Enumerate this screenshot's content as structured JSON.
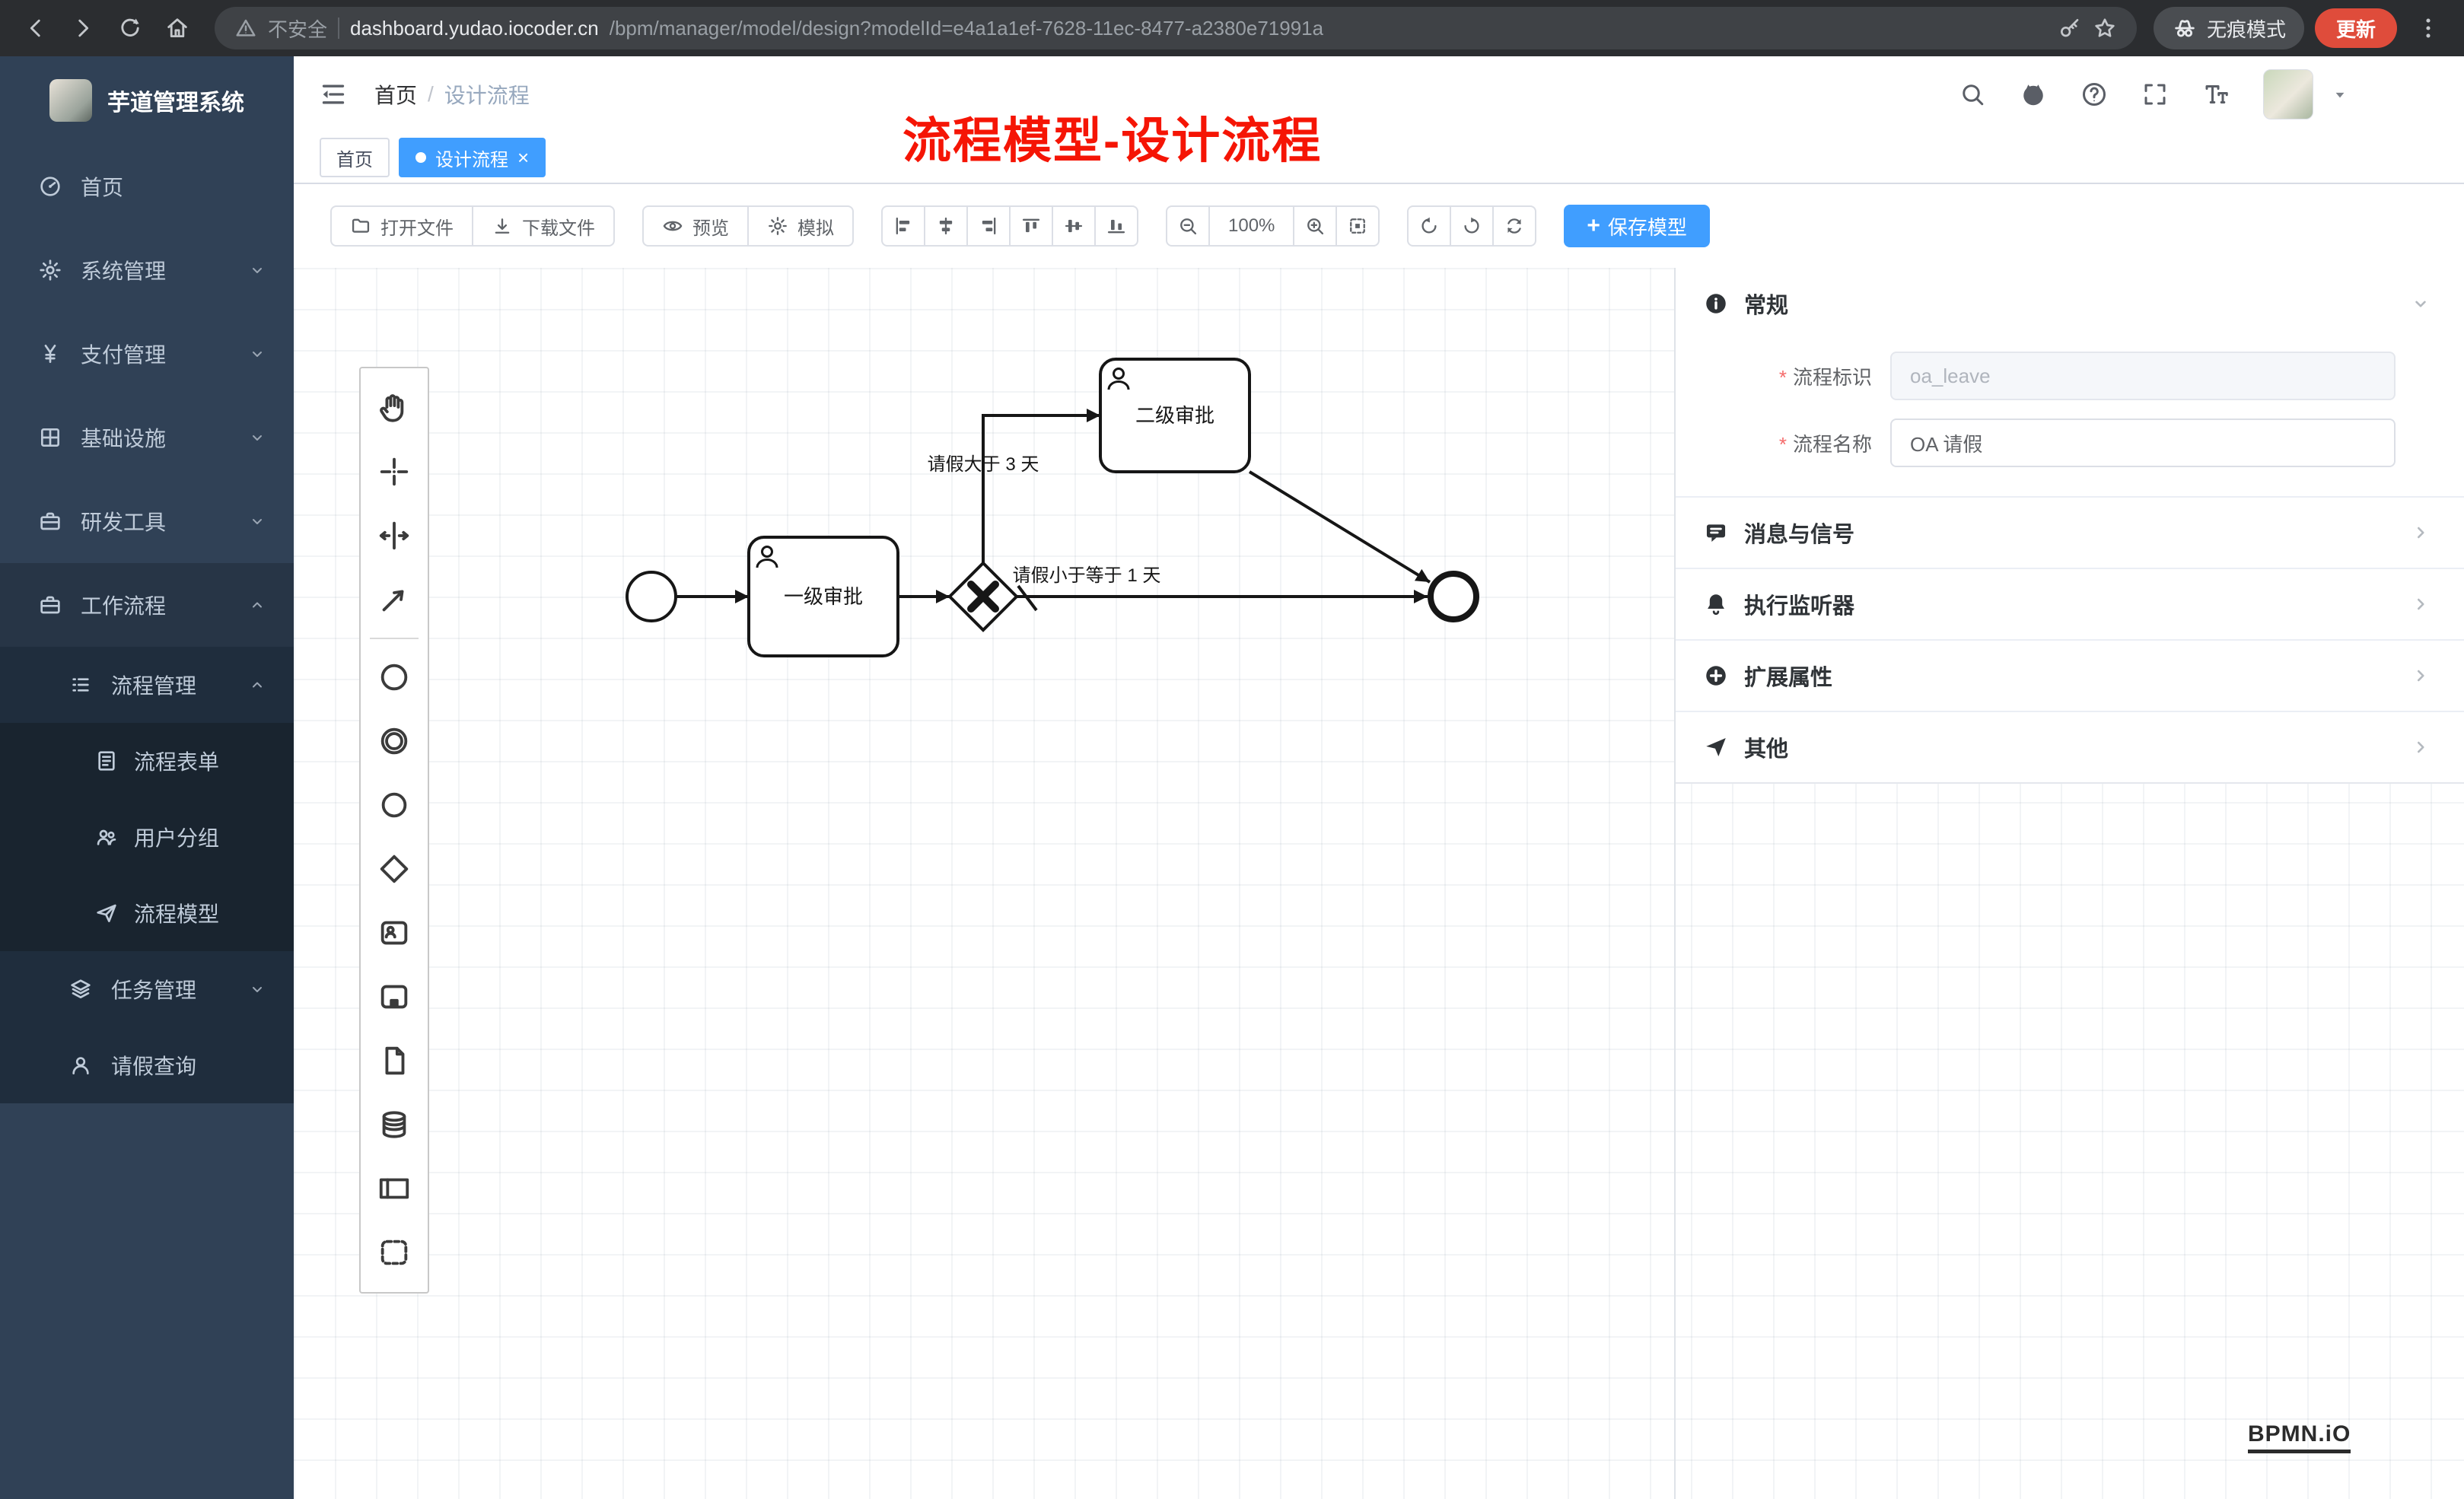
{
  "colors": {
    "accent": "#409eff",
    "annotation_red": "#f51505",
    "sidebar_bg": "#304156",
    "update_pill": "#df4c3b"
  },
  "browser": {
    "security_label": "不安全",
    "url_host": "dashboard.yudao.iocoder.cn",
    "url_path": "/bpm/manager/model/design?modelId=e4a1a1ef-7628-11ec-8477-a2380e71991a",
    "incognito_label": "无痕模式",
    "update_label": "更新"
  },
  "sidebar": {
    "app_title": "芋道管理系统",
    "items": [
      {
        "label": "首页"
      },
      {
        "label": "系统管理"
      },
      {
        "label": "支付管理"
      },
      {
        "label": "基础设施"
      },
      {
        "label": "研发工具"
      },
      {
        "label": "工作流程"
      },
      {
        "label": "流程管理"
      },
      {
        "label": "流程表单"
      },
      {
        "label": "用户分组"
      },
      {
        "label": "流程模型"
      },
      {
        "label": "任务管理"
      },
      {
        "label": "请假查询"
      }
    ]
  },
  "header": {
    "breadcrumb_home": "首页",
    "breadcrumb_sep": "/",
    "breadcrumb_current": "设计流程",
    "annotation": "流程模型-设计流程"
  },
  "tabbar": {
    "close_glyph": "×",
    "tabs": [
      {
        "label": "首页"
      },
      {
        "label": "设计流程"
      }
    ]
  },
  "toolbar": {
    "open": "打开文件",
    "download": "下载文件",
    "preview": "预览",
    "simulate": "模拟",
    "zoom_level": "100%",
    "save_plus": "+",
    "save": "保存模型"
  },
  "palette_tools": [
    "hand-tool",
    "lasso-tool",
    "space-tool",
    "global-connect",
    "start-event",
    "intermediate-event",
    "end-event",
    "exclusive-gateway",
    "user-task",
    "call-activity",
    "data-object",
    "data-store",
    "participant",
    "group"
  ],
  "diagram": {
    "task1": "一级审批",
    "task2": "二级审批",
    "flow_label_gt": "请假大于 3 天",
    "flow_label_le": "请假小于等于 1 天"
  },
  "properties": {
    "required_mark": "*",
    "section_general": "常规",
    "field_process_key": {
      "label": "流程标识",
      "value": "oa_leave"
    },
    "field_process_name": {
      "label": "流程名称",
      "value": "OA 请假"
    },
    "section_message": "消息与信号",
    "section_listener": "执行监听器",
    "section_ext": "扩展属性",
    "section_other": "其他"
  },
  "watermark": "BPMN.iO"
}
